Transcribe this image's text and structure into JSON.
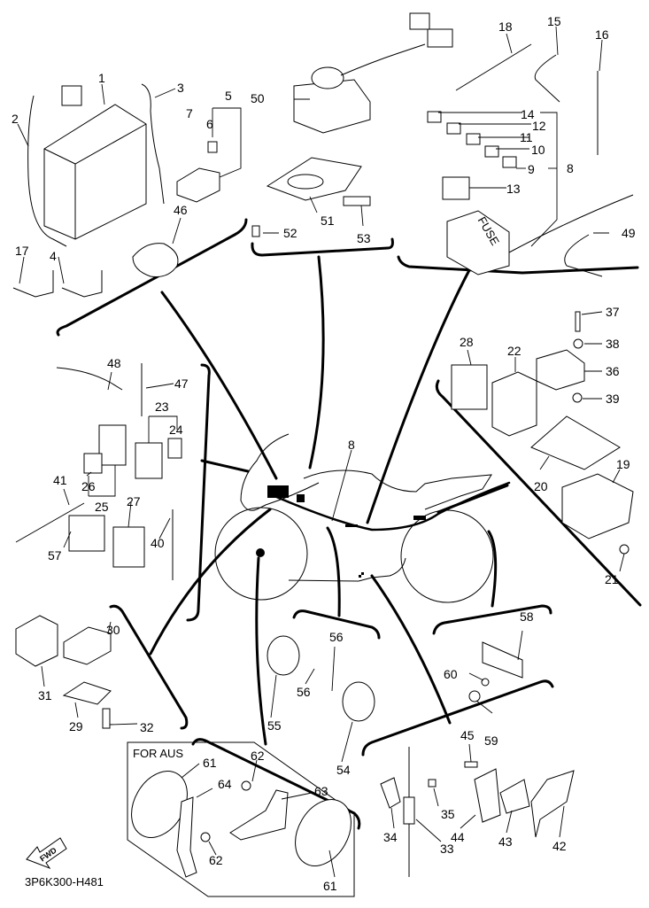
{
  "diagram": {
    "code": "3P6K300-H481",
    "direction_indicator": "FWD",
    "region_note": "FOR AUS",
    "fuse_box_text": "FUSE",
    "center_label": "8",
    "callouts": [
      {
        "id": "c1",
        "text": "1"
      },
      {
        "id": "c2",
        "text": "2"
      },
      {
        "id": "c3",
        "text": "3"
      },
      {
        "id": "c4",
        "text": "4"
      },
      {
        "id": "c5",
        "text": "5"
      },
      {
        "id": "c6",
        "text": "6"
      },
      {
        "id": "c7",
        "text": "7"
      },
      {
        "id": "c8",
        "text": "8"
      },
      {
        "id": "c9",
        "text": "9"
      },
      {
        "id": "c10",
        "text": "10"
      },
      {
        "id": "c11",
        "text": "11"
      },
      {
        "id": "c12",
        "text": "12"
      },
      {
        "id": "c13",
        "text": "13"
      },
      {
        "id": "c14",
        "text": "14"
      },
      {
        "id": "c15",
        "text": "15"
      },
      {
        "id": "c16",
        "text": "16"
      },
      {
        "id": "c17",
        "text": "17"
      },
      {
        "id": "c18",
        "text": "18"
      },
      {
        "id": "c19",
        "text": "19"
      },
      {
        "id": "c20",
        "text": "20"
      },
      {
        "id": "c21",
        "text": "21"
      },
      {
        "id": "c22",
        "text": "22"
      },
      {
        "id": "c23",
        "text": "23"
      },
      {
        "id": "c24",
        "text": "24"
      },
      {
        "id": "c25",
        "text": "25"
      },
      {
        "id": "c26",
        "text": "26"
      },
      {
        "id": "c27",
        "text": "27"
      },
      {
        "id": "c28",
        "text": "28"
      },
      {
        "id": "c29",
        "text": "29"
      },
      {
        "id": "c30",
        "text": "30"
      },
      {
        "id": "c31",
        "text": "31"
      },
      {
        "id": "c32",
        "text": "32"
      },
      {
        "id": "c33",
        "text": "33"
      },
      {
        "id": "c34",
        "text": "34"
      },
      {
        "id": "c35",
        "text": "35"
      },
      {
        "id": "c36",
        "text": "36"
      },
      {
        "id": "c37",
        "text": "37"
      },
      {
        "id": "c38",
        "text": "38"
      },
      {
        "id": "c39",
        "text": "39"
      },
      {
        "id": "c40",
        "text": "40"
      },
      {
        "id": "c41",
        "text": "41"
      },
      {
        "id": "c42",
        "text": "42"
      },
      {
        "id": "c43",
        "text": "43"
      },
      {
        "id": "c44",
        "text": "44"
      },
      {
        "id": "c45",
        "text": "45"
      },
      {
        "id": "c46",
        "text": "46"
      },
      {
        "id": "c47",
        "text": "47"
      },
      {
        "id": "c48",
        "text": "48"
      },
      {
        "id": "c49",
        "text": "49"
      },
      {
        "id": "c50",
        "text": "50"
      },
      {
        "id": "c51",
        "text": "51"
      },
      {
        "id": "c52",
        "text": "52"
      },
      {
        "id": "c53",
        "text": "53"
      },
      {
        "id": "c54",
        "text": "54"
      },
      {
        "id": "c55",
        "text": "55"
      },
      {
        "id": "c56a",
        "text": "56"
      },
      {
        "id": "c56b",
        "text": "56"
      },
      {
        "id": "c57",
        "text": "57"
      },
      {
        "id": "c58",
        "text": "58"
      },
      {
        "id": "c59",
        "text": "59"
      },
      {
        "id": "c60",
        "text": "60"
      },
      {
        "id": "c61a",
        "text": "61"
      },
      {
        "id": "c61b",
        "text": "61"
      },
      {
        "id": "c62a",
        "text": "62"
      },
      {
        "id": "c62b",
        "text": "62"
      },
      {
        "id": "c63",
        "text": "63"
      },
      {
        "id": "c64",
        "text": "64"
      }
    ]
  }
}
